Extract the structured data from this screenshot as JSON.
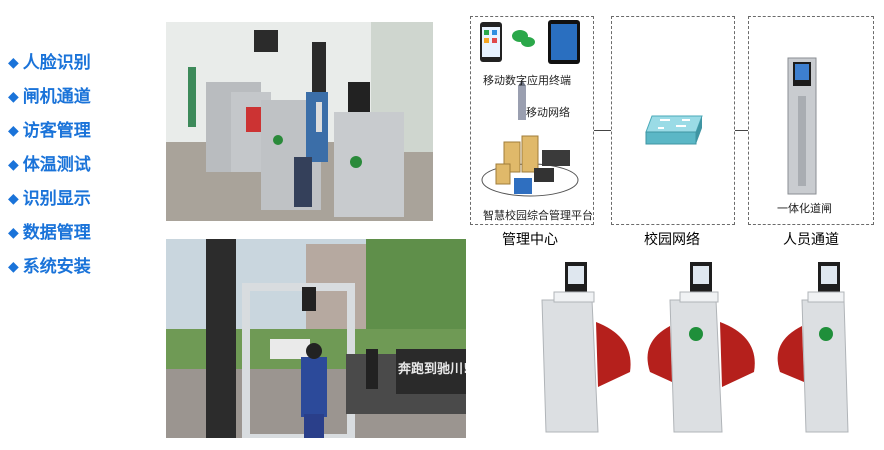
{
  "features": {
    "bullet": "◆",
    "items": [
      "人脸识别",
      "闸机通道",
      "访客管理",
      "体温测试",
      "识别显示",
      "数据管理",
      "系统安装"
    ]
  },
  "photo_bottom": {
    "banner_text": "奔跑到驰川!"
  },
  "diagram": {
    "mobile_terminal": "移动数字应用终端",
    "mobile_network": "移动网络",
    "platform": "智慧校园综合管理平台",
    "integrated_gate": "一体化道闸",
    "columns": [
      "管理中心",
      "校园网络",
      "人员通道"
    ]
  },
  "colors": {
    "accent_blue": "#1a73d9",
    "wing_red": "#b5201c",
    "switch_teal": "#5bb7c6"
  }
}
